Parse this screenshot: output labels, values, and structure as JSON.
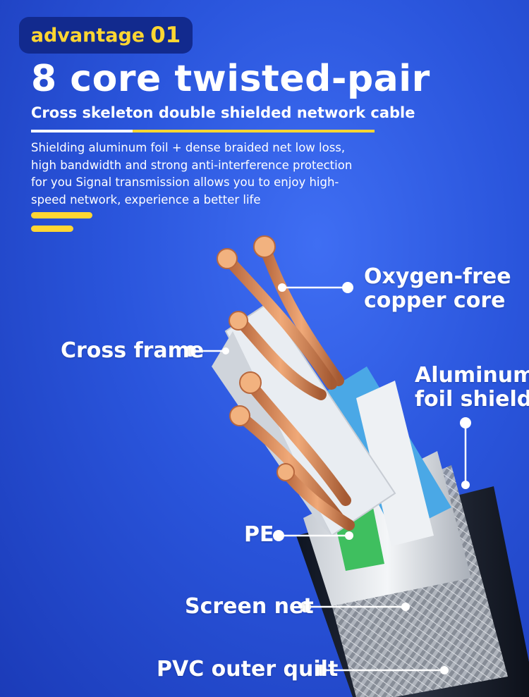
{
  "badge": {
    "word": "advantage",
    "number": "01"
  },
  "headline": "8 core twisted-pair",
  "subheadline": "Cross skeleton double shielded network cable",
  "description": [
    "Shielding aluminum foil + dense braided net low loss,",
    "high bandwidth and strong anti-interference protection",
    "for you Signal transmission allows you to enjoy high-",
    "speed network, experience a better life"
  ],
  "callouts": {
    "oxygen_free": [
      "Oxygen-free",
      "copper core"
    ],
    "cross_frame": "Cross frame",
    "aluminum_foil": [
      "Aluminum",
      "foil shield"
    ],
    "pe": "PE",
    "screen_net": "Screen net",
    "pvc": "PVC outer quilt"
  },
  "colors": {
    "background": "#2a55dc",
    "accent_yellow": "#ffd632",
    "badge_bg": "#122a8e",
    "copper": "#d9865a",
    "pe_green": "#3fbf5f"
  }
}
